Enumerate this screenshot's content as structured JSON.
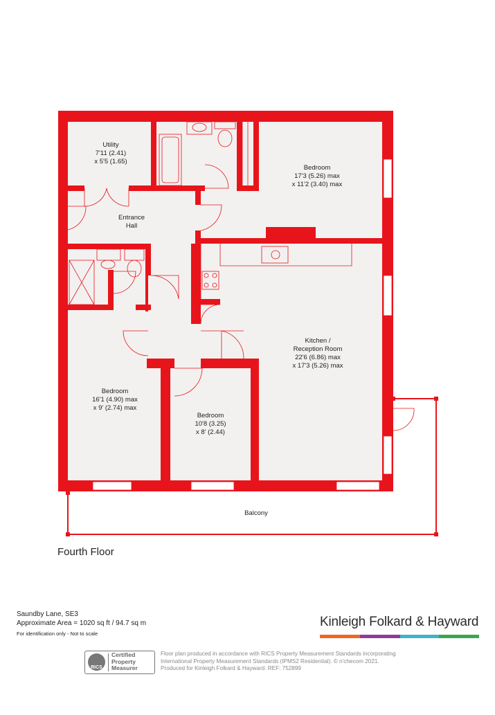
{
  "rooms": {
    "utility": {
      "name": "Utility",
      "dim1": "7'11 (2.41)",
      "dim2": "x 5'5 (1.65)"
    },
    "bedroom_top": {
      "name": "Bedroom",
      "dim1": "17'3 (5.26) max",
      "dim2": "x 11'2 (3.40) max"
    },
    "hall": {
      "name1": "Entrance",
      "name2": "Hall"
    },
    "kitchen": {
      "name1": "Kitchen /",
      "name2": "Reception Room",
      "dim1": "22'6 (6.86) max",
      "dim2": "x 17'3 (5.26) max"
    },
    "bedroom_left": {
      "name": "Bedroom",
      "dim1": "16'1 (4.90) max",
      "dim2": "x 9' (2.74) max"
    },
    "bedroom_mid": {
      "name": "Bedroom",
      "dim1": "10'8 (3.25)",
      "dim2": "x 8' (2.44)"
    },
    "balcony": {
      "name": "Balcony"
    }
  },
  "floor_title": "Fourth Floor",
  "address": {
    "street": "Saundby Lane, SE3",
    "area": "Approximate Area = 1020 sq ft / 94.7 sq m",
    "note": "For identification only - Not to scale"
  },
  "brand": {
    "name": "Kinleigh Folkard & Hayward",
    "bar_colors": [
      "#f26522",
      "#8e3c97",
      "#3fb5c4",
      "#3aa655"
    ]
  },
  "rics": {
    "abbr": "RICS",
    "line1": "Certified",
    "line2": "Property",
    "line3": "Measurer"
  },
  "disclaimer": {
    "line1": "Floor plan produced in accordance with RICS Property Measurement Standards incorporating",
    "line2": "International Property Measurement Standards (IPMS2 Residential).  © n'checom 2021.",
    "line3": "Produced for Kinleigh Folkard & Hayward.   REF: 752899"
  },
  "colors": {
    "wall": "#e8141c",
    "floor": "#f2f1f0",
    "fixture": "#e8141c"
  }
}
